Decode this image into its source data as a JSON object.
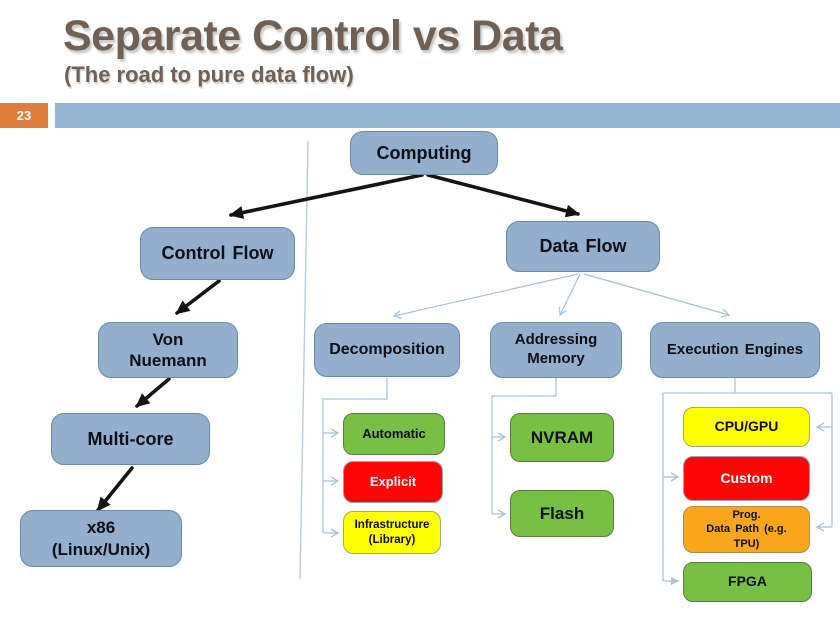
{
  "header": {
    "title": "Separate Control vs Data",
    "subtitle": "(The road to pure data flow)",
    "slide_number": "23"
  },
  "colors": {
    "title_text": "#6f6156",
    "badge_orange": "#dc7d3e",
    "header_bar_blue": "#95b5d1",
    "node_blue": "#93afcb",
    "node_green": "#77c043",
    "node_red": "#fc0606",
    "node_yellow": "#ffff03",
    "node_orange": "#f9a61d",
    "connector_blue": "#a9c3da",
    "arrow_black": "#141414"
  },
  "nodes": {
    "computing": {
      "label": "Computing"
    },
    "control-flow": {
      "label": "Control Flow"
    },
    "data-flow": {
      "label": "Data Flow"
    },
    "von-nuemann": {
      "label": "Von\nNuemann"
    },
    "multi-core": {
      "label": "Multi-core"
    },
    "x86": {
      "label": "x86\n(Linux/Unix)"
    },
    "decomposition": {
      "label": "Decomposition"
    },
    "addressing-memory": {
      "label": "Addressing\nMemory"
    },
    "execution-engines": {
      "label": "Execution Engines"
    },
    "automatic": {
      "label": "Automatic"
    },
    "explicit": {
      "label": "Explicit"
    },
    "infrastructure": {
      "label": "Infrastructure\n(Library)"
    },
    "nvram": {
      "label": "NVRAM"
    },
    "flash": {
      "label": "Flash"
    },
    "cpu-gpu": {
      "label": "CPU/GPU"
    },
    "custom": {
      "label": "Custom"
    },
    "prog-data-path": {
      "label": "Prog.\nData Path (e.g.\nTPU)"
    },
    "fpga": {
      "label": "FPGA"
    }
  },
  "edges": [
    {
      "from": "computing",
      "to": "control-flow",
      "style": "black-arrow"
    },
    {
      "from": "computing",
      "to": "data-flow",
      "style": "black-arrow"
    },
    {
      "from": "control-flow",
      "to": "von-nuemann",
      "style": "black-arrow"
    },
    {
      "from": "von-nuemann",
      "to": "multi-core",
      "style": "black-arrow"
    },
    {
      "from": "multi-core",
      "to": "x86",
      "style": "black-arrow"
    },
    {
      "from": "data-flow",
      "to": "decomposition",
      "style": "thin-blue-arrow"
    },
    {
      "from": "data-flow",
      "to": "addressing-memory",
      "style": "thin-blue-arrow"
    },
    {
      "from": "data-flow",
      "to": "execution-engines",
      "style": "thin-blue-arrow"
    },
    {
      "from": "decomposition",
      "to": "automatic",
      "style": "thin-blue-elbow"
    },
    {
      "from": "decomposition",
      "to": "explicit",
      "style": "thin-blue-elbow"
    },
    {
      "from": "decomposition",
      "to": "infrastructure",
      "style": "thin-blue-elbow"
    },
    {
      "from": "addressing-memory",
      "to": "nvram",
      "style": "thin-blue-elbow"
    },
    {
      "from": "addressing-memory",
      "to": "flash",
      "style": "thin-blue-elbow"
    },
    {
      "from": "execution-engines",
      "to": "cpu-gpu",
      "style": "thin-blue-elbow"
    },
    {
      "from": "execution-engines",
      "to": "custom",
      "style": "thin-blue-elbow"
    },
    {
      "from": "execution-engines",
      "to": "prog-data-path",
      "style": "thin-blue-elbow"
    },
    {
      "from": "execution-engines",
      "to": "fpga",
      "style": "thin-blue-elbow"
    }
  ]
}
